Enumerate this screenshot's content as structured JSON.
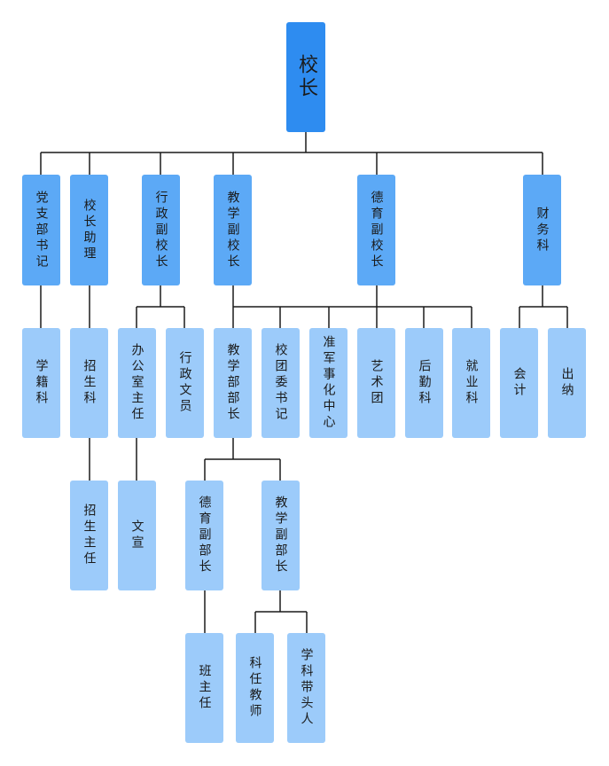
{
  "colors": {
    "root": "#2e8cf0",
    "level1": "#5ca9f6",
    "level2": "#9ccbfa",
    "line": "#1a1a1a"
  },
  "org": {
    "principal": "校长",
    "party_secretary": "党支部书记",
    "assistant_principal": "校长助理",
    "admin_vp": "行政副校长",
    "teaching_vp": "教学副校长",
    "moral_vp": "德育副校长",
    "finance": "财务科",
    "student_records": "学籍科",
    "admissions": "招生科",
    "office_director": "办公室主任",
    "admin_clerk": "行政文员",
    "teaching_dept_head": "教学部部长",
    "youth_league_secretary": "校团委书记",
    "military_center": "准军事化中心",
    "arts_troupe": "艺术团",
    "logistics": "后勤科",
    "employment": "就业科",
    "accounting": "会计",
    "cashier": "出纳",
    "admissions_director": "招生主任",
    "publicity": "文宣",
    "moral_deputy_head": "德育副部长",
    "teaching_deputy_head": "教学副部长",
    "class_teacher": "班主任",
    "subject_teacher": "科任教师",
    "subject_leader": "学科带头人"
  }
}
